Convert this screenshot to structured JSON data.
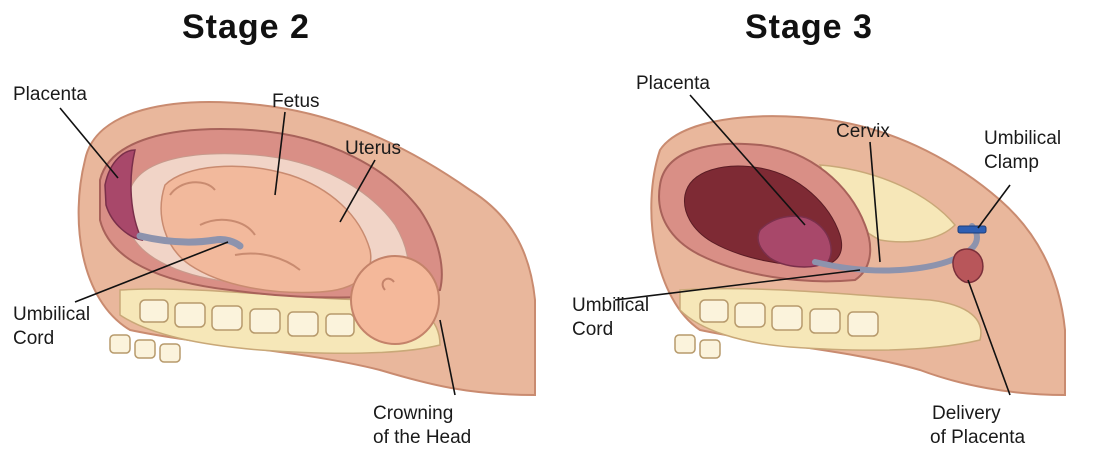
{
  "panels": [
    {
      "title": "Stage 2",
      "labels": {
        "placenta": "Placenta",
        "fetus": "Fetus",
        "uterus": "Uterus",
        "cord_line1": "Umbilical",
        "cord_line2": "Cord",
        "crown_line1": "Crowning",
        "crown_line2": "of the Head"
      }
    },
    {
      "title": "Stage 3",
      "labels": {
        "placenta": "Placenta",
        "cervix": "Cervix",
        "clamp_line1": "Umbilical",
        "clamp_line2": "Clamp",
        "cord_line1": "Umbilical",
        "cord_line2": "Cord",
        "delivery_line1": "Delivery",
        "delivery_line2": "of Placenta"
      }
    }
  ],
  "colors": {
    "skin": "#e9b79c",
    "skin_dark": "#c98b70",
    "uterus_wall": "#d98f86",
    "uterus_inner": "#7e2a34",
    "placenta": "#a8486a",
    "fat": "#f6e7b8",
    "cord": "#8d93ad",
    "clamp": "#2f5fb3",
    "fetus_skin": "#f2b99c",
    "leader": "#111111"
  }
}
